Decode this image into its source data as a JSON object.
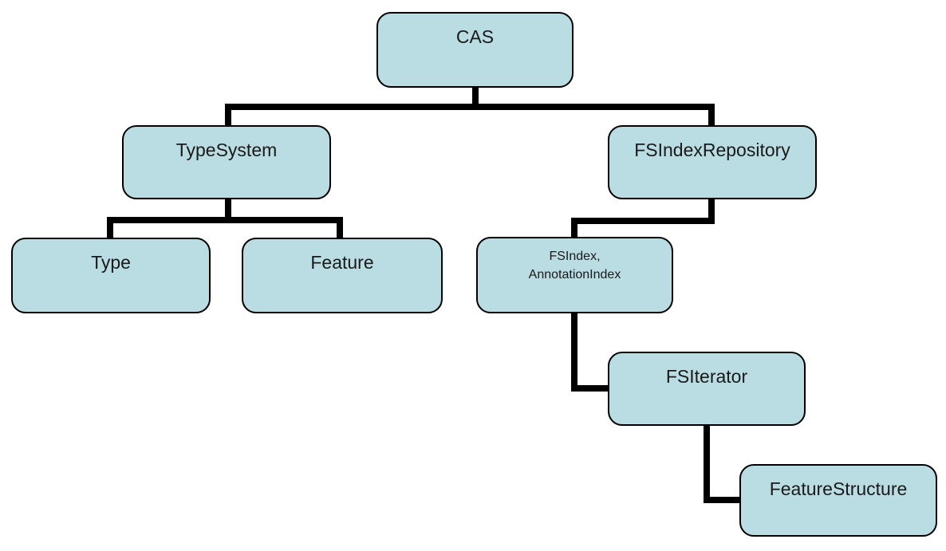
{
  "diagram": {
    "type": "tree-hierarchy",
    "nodes": {
      "cas": {
        "label": "CAS"
      },
      "type_system": {
        "label": "TypeSystem"
      },
      "fs_index_repository": {
        "label": "FSIndexRepository"
      },
      "type": {
        "label": "Type"
      },
      "feature": {
        "label": "Feature"
      },
      "fs_index": {
        "label_line1": "FSIndex,",
        "label_line2": "AnnotationIndex"
      },
      "fs_iterator": {
        "label": "FSIterator"
      },
      "feature_structure": {
        "label": "FeatureStructure"
      }
    },
    "edges": [
      {
        "from": "CAS",
        "to": "TypeSystem"
      },
      {
        "from": "CAS",
        "to": "FSIndexRepository"
      },
      {
        "from": "TypeSystem",
        "to": "Type"
      },
      {
        "from": "TypeSystem",
        "to": "Feature"
      },
      {
        "from": "FSIndexRepository",
        "to": "FSIndex, AnnotationIndex"
      },
      {
        "from": "FSIndex, AnnotationIndex",
        "to": "FSIterator"
      },
      {
        "from": "FSIterator",
        "to": "FeatureStructure"
      }
    ],
    "colors": {
      "background": "#ffffff",
      "node_fill": "#b9dde2",
      "node_border": "#000000",
      "connector": "#000000",
      "text_color": "#1a1a1a"
    }
  }
}
